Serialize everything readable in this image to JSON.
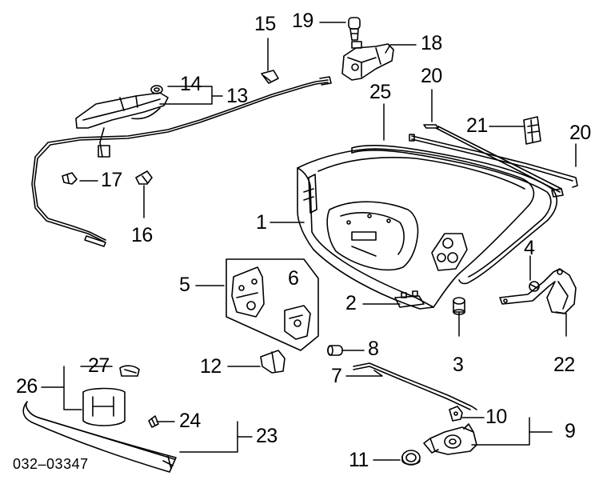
{
  "diagram": {
    "callouts": [
      {
        "id": "c15",
        "text": "15"
      },
      {
        "id": "c19",
        "text": "19"
      },
      {
        "id": "c18",
        "text": "18"
      },
      {
        "id": "c14",
        "text": "14"
      },
      {
        "id": "c13",
        "text": "13"
      },
      {
        "id": "c20a",
        "text": "20"
      },
      {
        "id": "c25",
        "text": "25"
      },
      {
        "id": "c21",
        "text": "21"
      },
      {
        "id": "c20b",
        "text": "20"
      },
      {
        "id": "c17",
        "text": "17"
      },
      {
        "id": "c16",
        "text": "16"
      },
      {
        "id": "c1",
        "text": "1"
      },
      {
        "id": "c4",
        "text": "4"
      },
      {
        "id": "c5",
        "text": "5"
      },
      {
        "id": "c6",
        "text": "6"
      },
      {
        "id": "c2",
        "text": "2"
      },
      {
        "id": "c12",
        "text": "12"
      },
      {
        "id": "c8",
        "text": "8"
      },
      {
        "id": "c3",
        "text": "3"
      },
      {
        "id": "c22",
        "text": "22"
      },
      {
        "id": "c7",
        "text": "7"
      },
      {
        "id": "c27",
        "text": "27"
      },
      {
        "id": "c26",
        "text": "26"
      },
      {
        "id": "c10",
        "text": "10"
      },
      {
        "id": "c9",
        "text": "9"
      },
      {
        "id": "c24",
        "text": "24"
      },
      {
        "id": "c23",
        "text": "23"
      },
      {
        "id": "c11",
        "text": "11"
      }
    ],
    "diagram_code": "032–03347"
  }
}
